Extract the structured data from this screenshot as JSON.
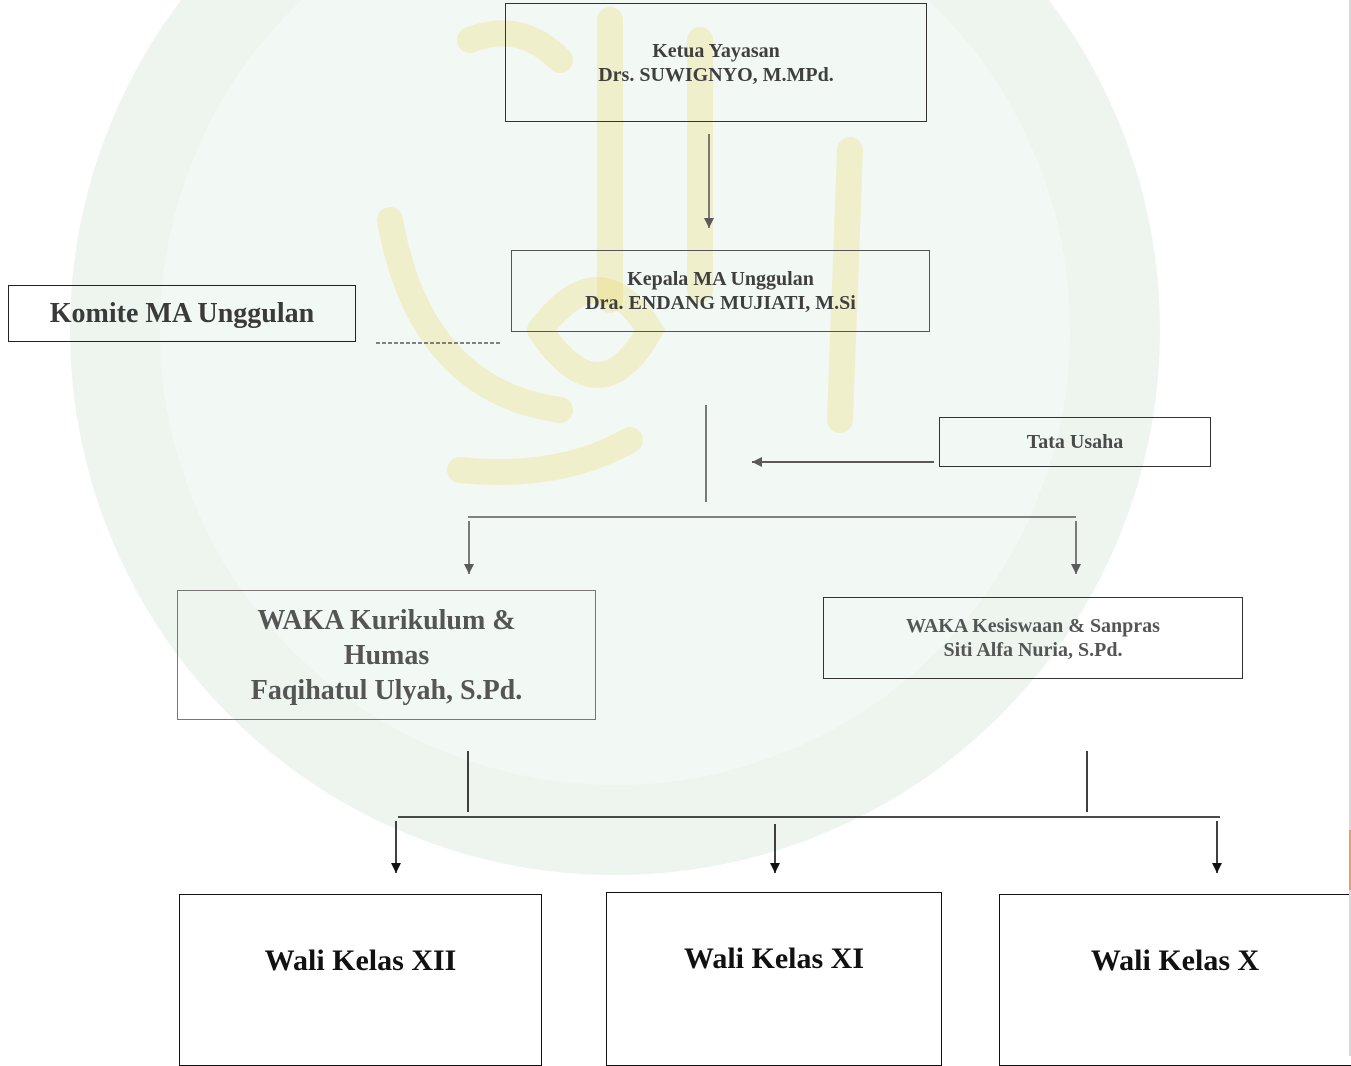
{
  "colors": {
    "watermark_green": "#4a9e5c",
    "watermark_gold": "#e8c200",
    "line_dark": "#5a5a5a",
    "line_black": "#111111"
  },
  "nodes": {
    "ketua": {
      "title": "Ketua Yayasan",
      "name": "Drs. SUWIGNYO, M.MPd."
    },
    "kepala": {
      "title": "Kepala MA Unggulan",
      "name": "Dra. ENDANG MUJIATI, M.Si"
    },
    "komite": {
      "title": "Komite MA Unggulan"
    },
    "tata_usaha": {
      "title": "Tata Usaha"
    },
    "kurikulum": {
      "title_line1": "WAKA Kurikulum &",
      "title_line2": "Humas",
      "name": "Faqihatul Ulyah, S.Pd."
    },
    "kesiswaan": {
      "title": "WAKA Kesiswaan & Sanpras",
      "name": "Siti Alfa Nuria, S.Pd."
    },
    "wali_xii": {
      "title": "Wali Kelas XII"
    },
    "wali_xi": {
      "title": "Wali Kelas XI"
    },
    "wali_x": {
      "title": "Wali Kelas X"
    }
  }
}
